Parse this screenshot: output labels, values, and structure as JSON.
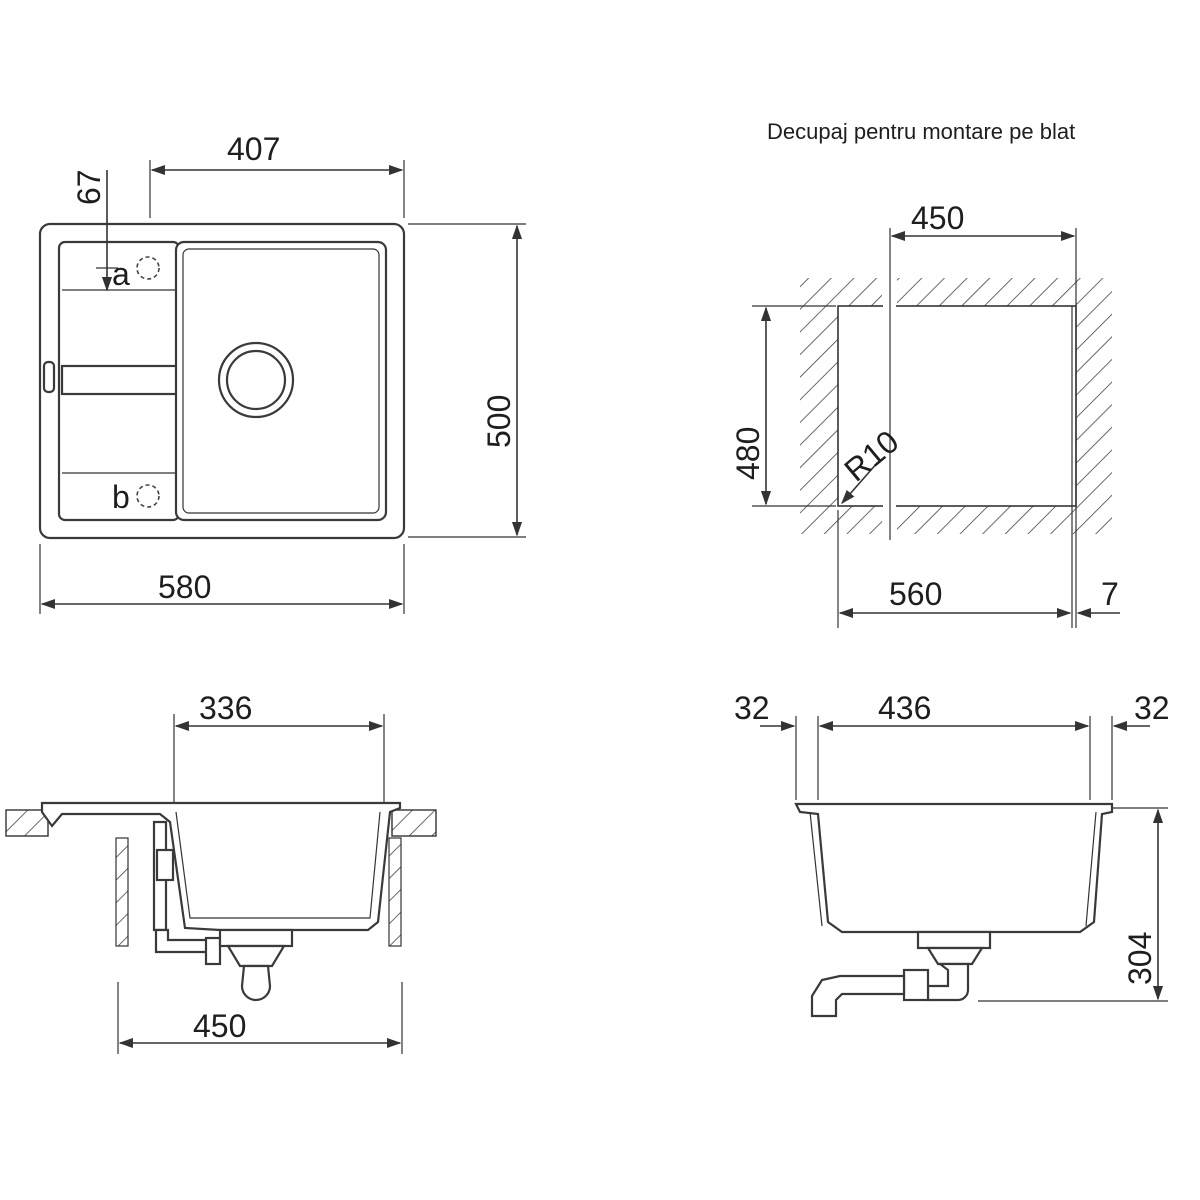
{
  "cutout_title": "Decupaj pentru montare pe blat",
  "top_view": {
    "dim_width_total": "580",
    "dim_bowl_width": "407",
    "dim_depth": "500",
    "dim_offset": "67",
    "label_a": "a",
    "label_b": "b"
  },
  "cutout_view": {
    "dim_top": "450",
    "dim_height": "480",
    "dim_bottom": "560",
    "dim_gap": "7",
    "dim_radius": "R10"
  },
  "front_section": {
    "dim_bowl_top": "336",
    "dim_bottom": "450"
  },
  "side_section": {
    "dim_left": "32",
    "dim_middle": "436",
    "dim_right": "32",
    "dim_height": "304"
  },
  "colors": {
    "line": "#333333",
    "text": "#1e1e1e",
    "background": "#ffffff"
  }
}
